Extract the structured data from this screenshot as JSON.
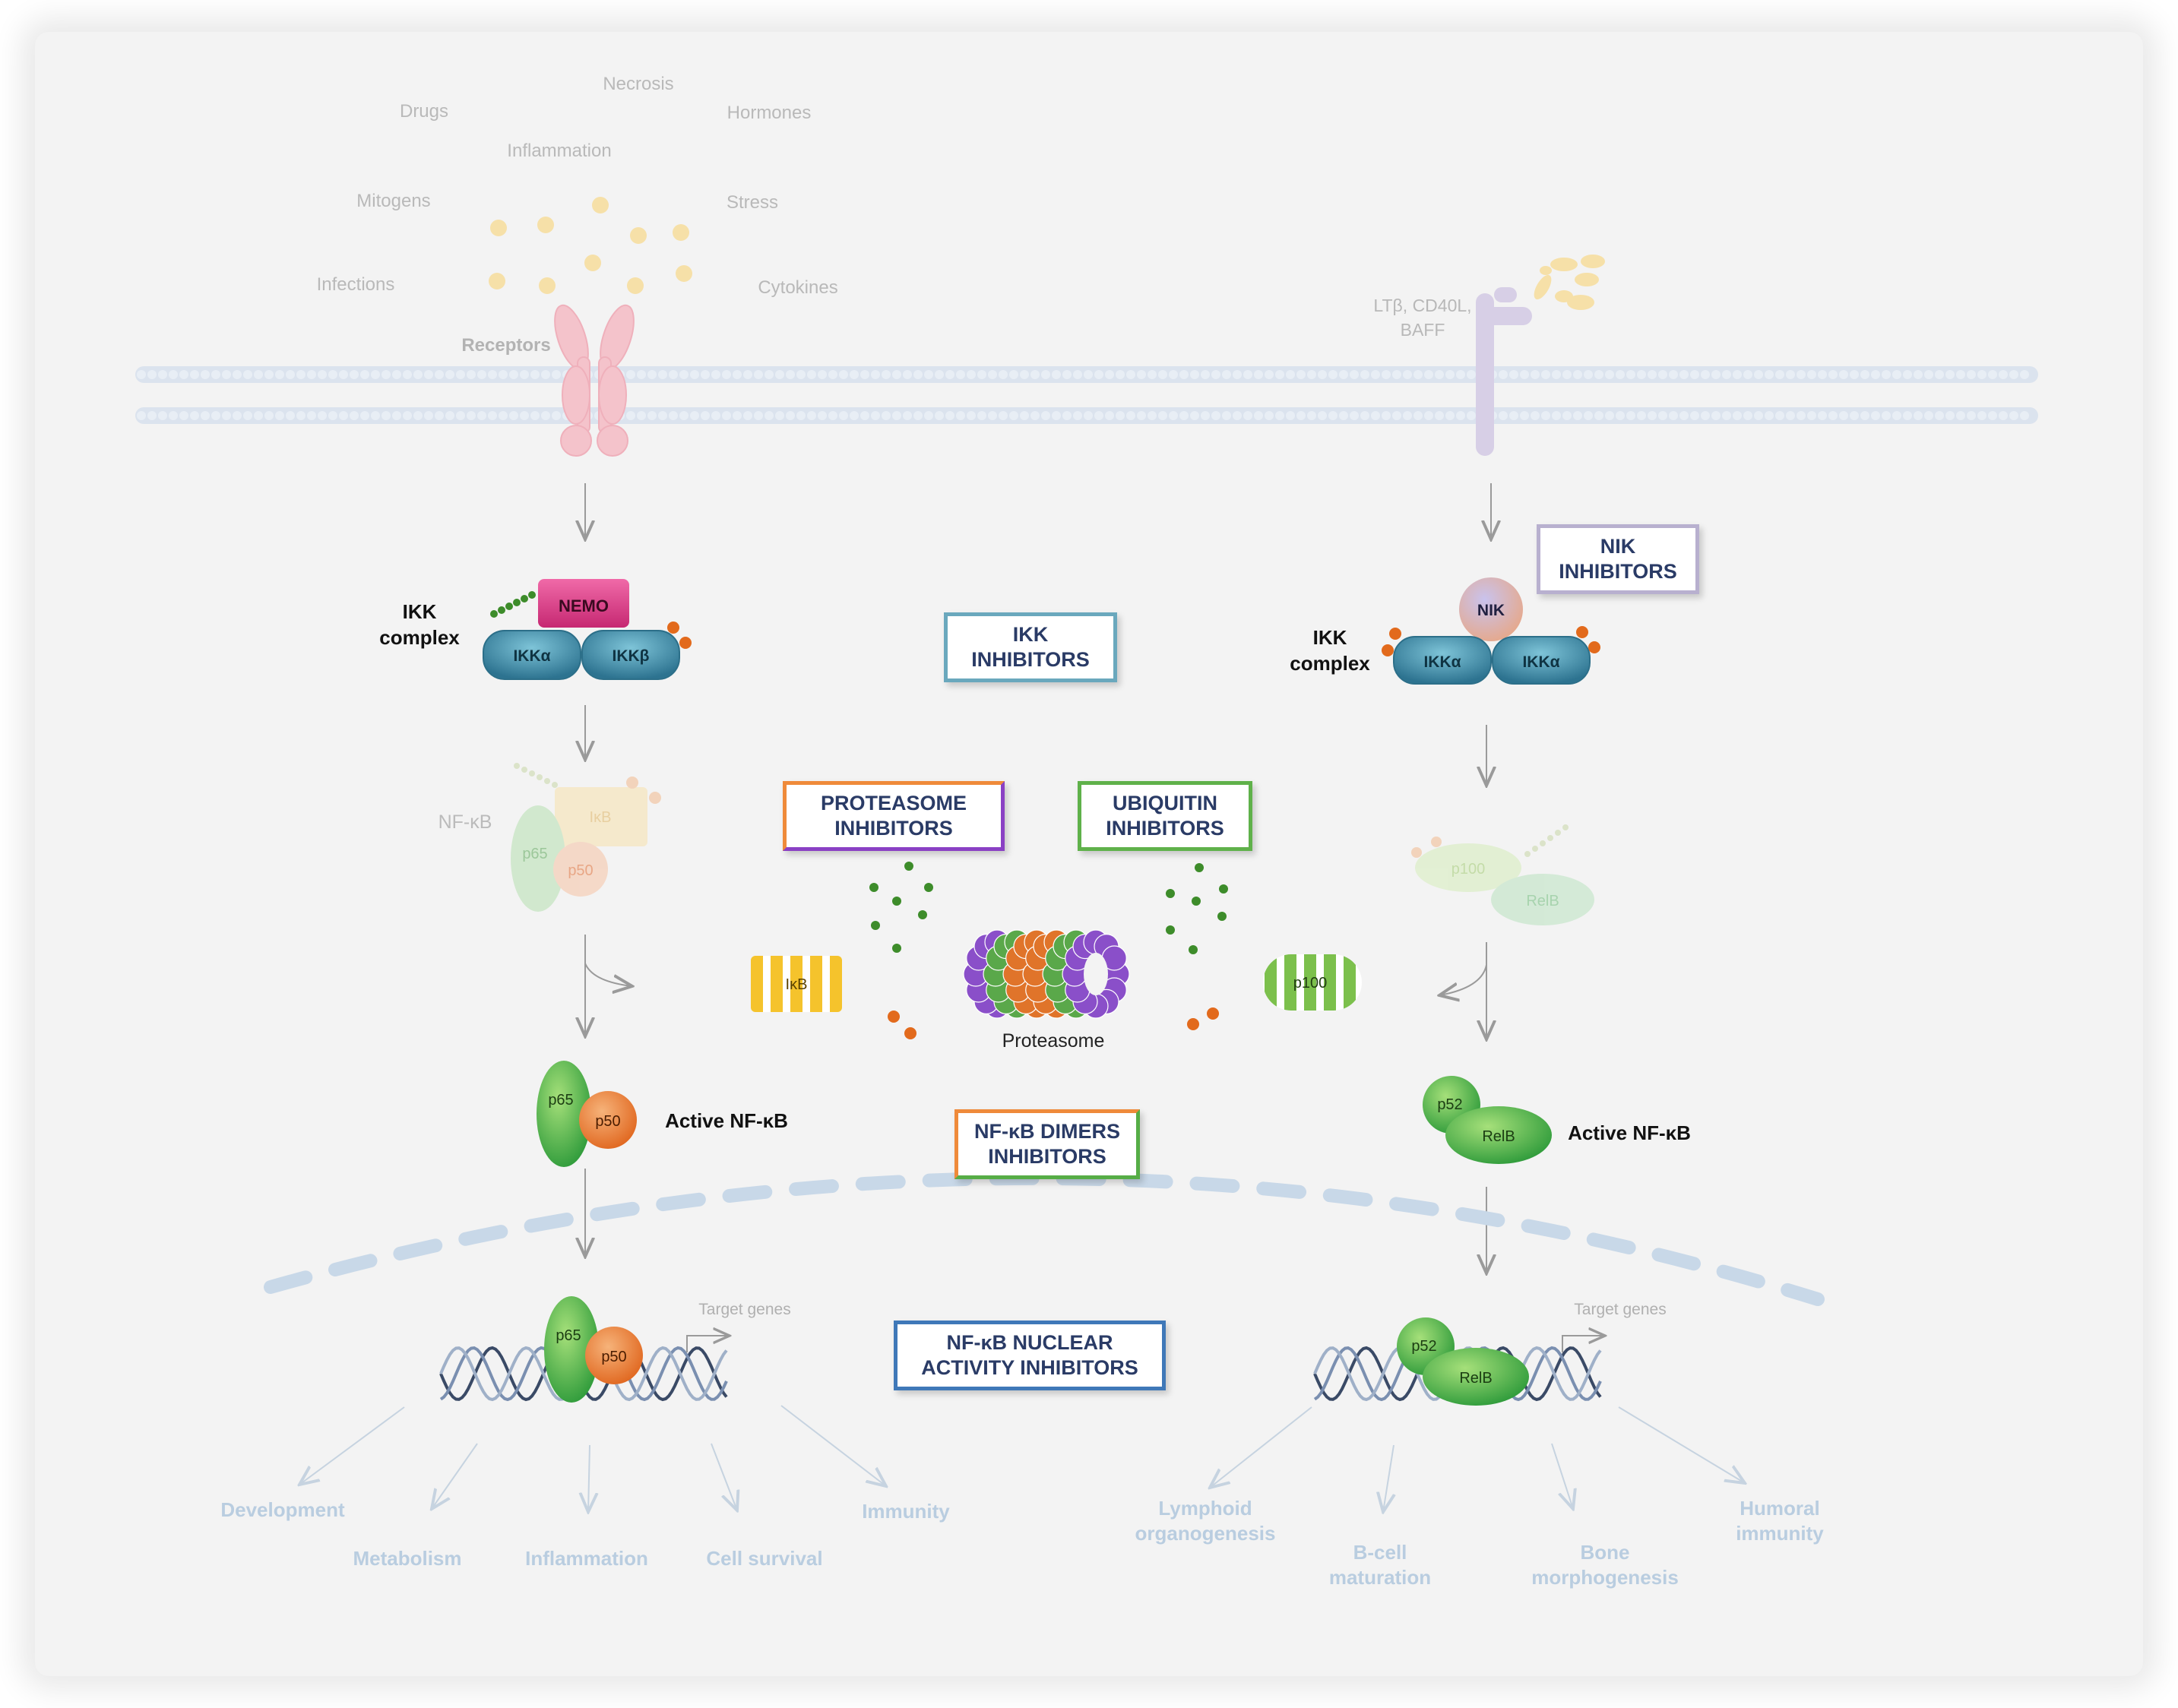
{
  "stimuli": [
    "Drugs",
    "Necrosis",
    "Hormones",
    "Inflammation",
    "Mitogens",
    "Stress",
    "Infections",
    "Cytokines"
  ],
  "receptors_label": "Receptors",
  "noncanonical_ligands": [
    "LTβ, CD40L,",
    "BAFF"
  ],
  "left_ikk": {
    "label": [
      "IKK",
      "complex"
    ],
    "nemo": "NEMO",
    "sub_a": "IKKα",
    "sub_b": "IKKβ"
  },
  "right_ikk": {
    "label": [
      "IKK",
      "complex"
    ],
    "nik": "NIK",
    "sub_a": "IKKα",
    "sub_b": "IKKα"
  },
  "left_inactive": {
    "nfkb": "NF-κB",
    "ikb": "IκB",
    "p65": "p65",
    "p50": "p50"
  },
  "right_inactive": {
    "p100": "p100",
    "relb": "RelB"
  },
  "degradation": {
    "ikb": "IκB",
    "p100": "p100",
    "proteasome": "Proteasome"
  },
  "active_left": {
    "p65": "p65",
    "p50": "p50",
    "label": "Active NF-κB"
  },
  "active_right": {
    "p52": "p52",
    "relb": "RelB",
    "label": "Active NF-κB"
  },
  "nuclear_left": {
    "p65": "p65",
    "p50": "p50",
    "target": "Target genes"
  },
  "nuclear_right": {
    "p52": "p52",
    "relb": "RelB",
    "target": "Target genes"
  },
  "inhibitors": {
    "nik": [
      "NIK",
      "INHIBITORS"
    ],
    "ikk": [
      "IKK",
      "INHIBITORS"
    ],
    "proteasome": [
      "PROTEASOME",
      "INHIBITORS"
    ],
    "ubiquitin": [
      "UBIQUITIN",
      "INHIBITORS"
    ],
    "dimers": [
      "NF-κB DIMERS",
      "INHIBITORS"
    ],
    "nuclear": [
      "NF-κB NUCLEAR",
      "ACTIVITY INHIBITORS"
    ]
  },
  "outcomes_left": [
    [
      "Development"
    ],
    [
      "Metabolism"
    ],
    [
      "Inflammation"
    ],
    [
      "Cell survival"
    ],
    [
      "Immunity"
    ]
  ],
  "outcomes_right": [
    [
      "Lymphoid",
      "organogenesis"
    ],
    [
      "B-cell",
      "maturation"
    ],
    [
      "Bone",
      "morphogenesis"
    ],
    [
      "Humoral",
      "immunity"
    ]
  ],
  "colors": {
    "teal": "#3f8aa6",
    "nemo": "#d63d86",
    "green": "#4fb04a",
    "orange": "#e8782e",
    "purple": "#9b59d0",
    "membrane": "#dbe3ee",
    "nuclear_membrane": "#c8d8e8",
    "phospho": "#e26a1c",
    "ubiquitin": "#3d8c2a",
    "inhibitor_text": "#2a3b66",
    "outcome_text": "#b9cde0"
  }
}
